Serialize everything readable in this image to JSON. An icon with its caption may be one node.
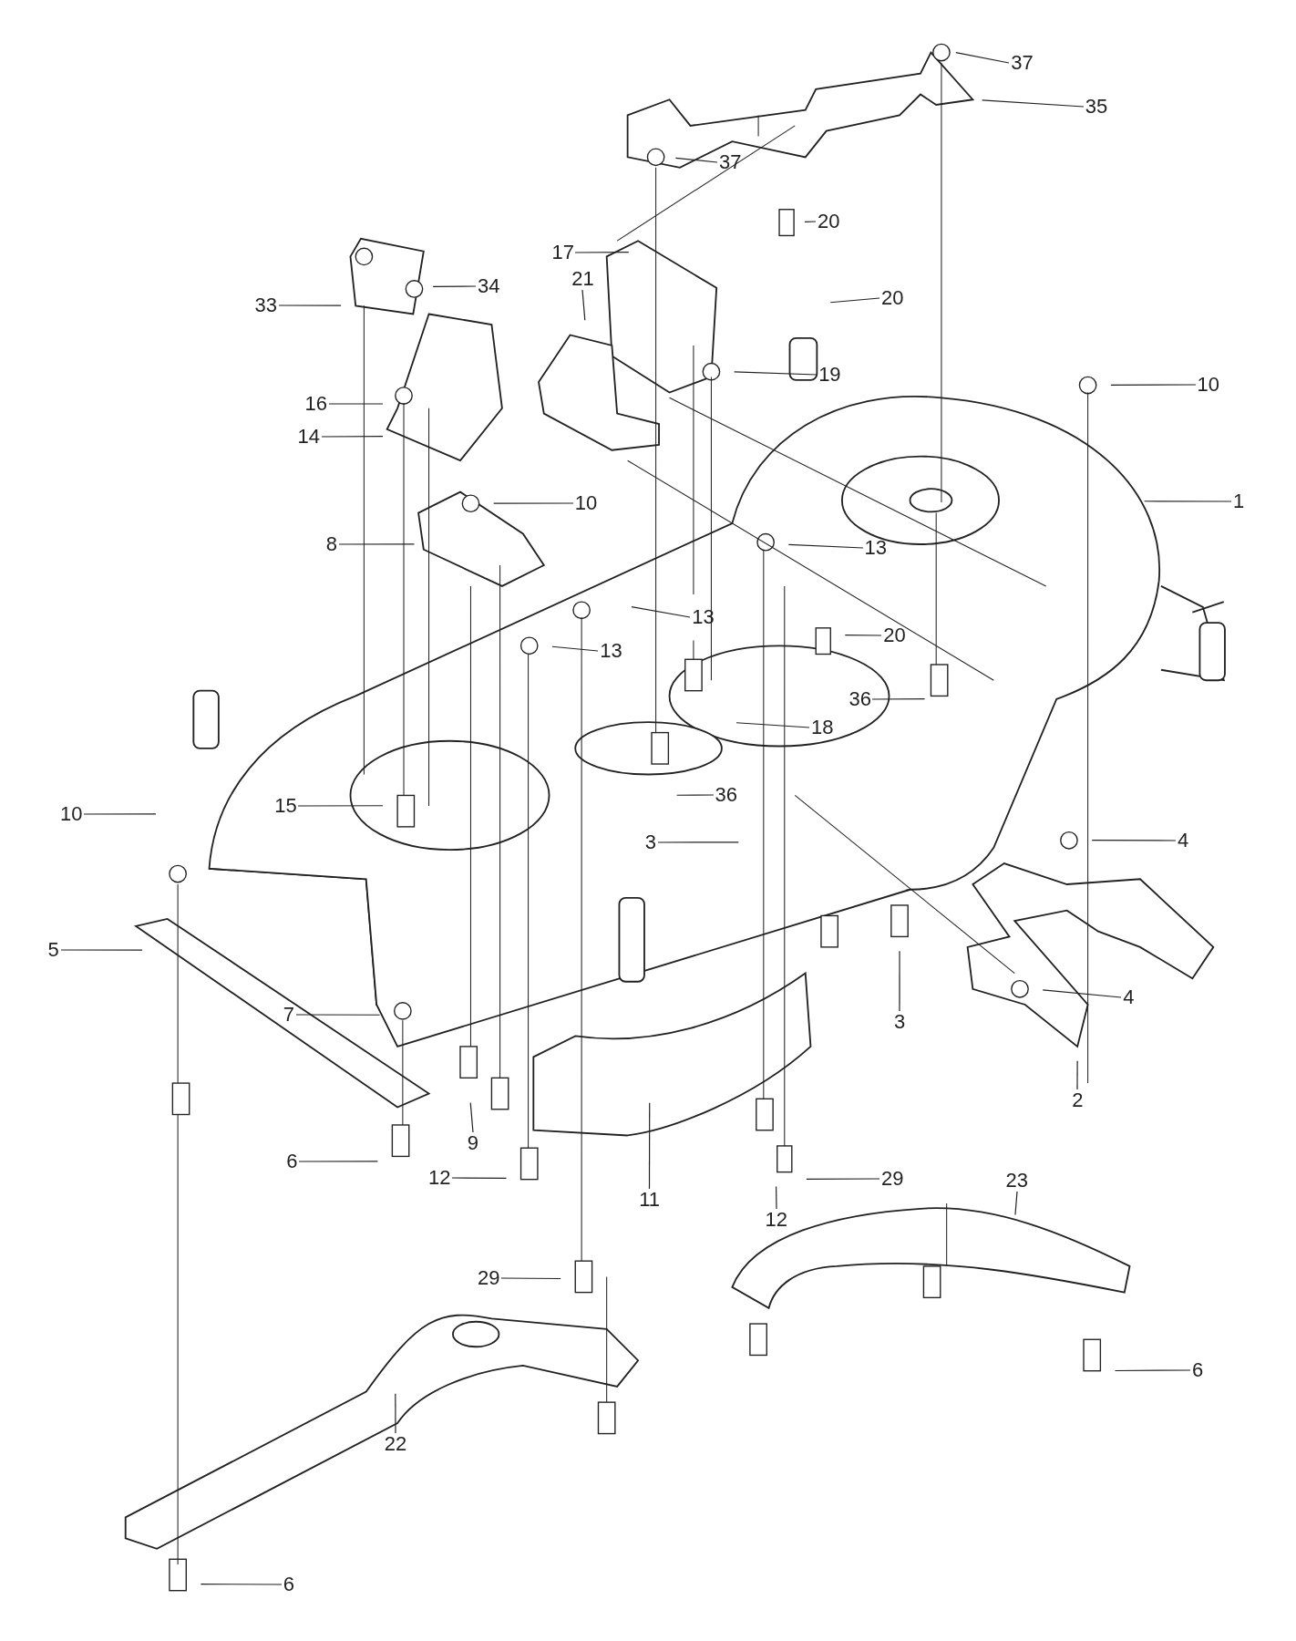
{
  "diagram": {
    "nodes": [
      {
        "text": [
          "37"
        ]
      },
      {
        "text": [
          "35"
        ]
      },
      {
        "text": [
          "37"
        ]
      },
      {
        "text": [
          "20"
        ]
      },
      {
        "text": [
          "17"
        ]
      },
      {
        "text": [
          "21"
        ]
      },
      {
        "text": [
          "34"
        ]
      },
      {
        "text": [
          "20"
        ]
      },
      {
        "text": [
          "33"
        ]
      },
      {
        "text": [
          "19"
        ]
      },
      {
        "text": [
          "10"
        ]
      },
      {
        "text": [
          "16"
        ]
      },
      {
        "text": [
          "14"
        ]
      },
      {
        "text": [
          "1"
        ]
      },
      {
        "text": [
          "10"
        ]
      },
      {
        "text": [
          "8"
        ]
      },
      {
        "text": [
          "13"
        ]
      },
      {
        "text": [
          "13"
        ]
      },
      {
        "text": [
          "20"
        ]
      },
      {
        "text": [
          "13"
        ]
      },
      {
        "text": [
          "36"
        ]
      },
      {
        "text": [
          "18"
        ]
      },
      {
        "text": [
          "36"
        ]
      },
      {
        "text": [
          "15"
        ]
      },
      {
        "text": [
          "10"
        ]
      },
      {
        "text": [
          "4"
        ]
      },
      {
        "text": [
          "3"
        ]
      },
      {
        "text": [
          "5"
        ]
      },
      {
        "text": [
          "4"
        ]
      },
      {
        "text": [
          "7"
        ]
      },
      {
        "text": [
          "3"
        ]
      },
      {
        "text": [
          "2"
        ]
      },
      {
        "text": [
          "9"
        ]
      },
      {
        "text": [
          "6"
        ]
      },
      {
        "text": [
          "12"
        ]
      },
      {
        "text": [
          "29"
        ]
      },
      {
        "text": [
          "23"
        ]
      },
      {
        "text": [
          "11"
        ]
      },
      {
        "text": [
          "12"
        ]
      },
      {
        "text": [
          "29"
        ]
      },
      {
        "text": [
          "6"
        ]
      },
      {
        "text": [
          "22"
        ]
      },
      {
        "text": [
          "6"
        ]
      }
    ],
    "edges": [
      {
        "from": 0,
        "to": null,
        "arrow": "none"
      },
      {
        "from": 1,
        "to": null,
        "arrow": "none"
      },
      {
        "from": 2,
        "to": null,
        "arrow": "none"
      },
      {
        "from": 3,
        "to": null,
        "arrow": "none"
      },
      {
        "from": 4,
        "to": null,
        "arrow": "none"
      },
      {
        "from": 5,
        "to": null,
        "arrow": "none"
      },
      {
        "from": 6,
        "to": null,
        "arrow": "none"
      },
      {
        "from": 7,
        "to": null,
        "arrow": "none"
      },
      {
        "from": 8,
        "to": null,
        "arrow": "none"
      },
      {
        "from": 9,
        "to": null,
        "arrow": "none"
      },
      {
        "from": 10,
        "to": null,
        "arrow": "none"
      },
      {
        "from": 11,
        "to": null,
        "arrow": "none"
      },
      {
        "from": 12,
        "to": null,
        "arrow": "none"
      },
      {
        "from": 13,
        "to": null,
        "arrow": "none"
      },
      {
        "from": 14,
        "to": null,
        "arrow": "none"
      },
      {
        "from": 15,
        "to": null,
        "arrow": "none"
      },
      {
        "from": 16,
        "to": null,
        "arrow": "none"
      },
      {
        "from": 17,
        "to": null,
        "arrow": "none"
      },
      {
        "from": 18,
        "to": null,
        "arrow": "none"
      },
      {
        "from": 19,
        "to": null,
        "arrow": "none"
      },
      {
        "from": 20,
        "to": null,
        "arrow": "none"
      },
      {
        "from": 21,
        "to": null,
        "arrow": "none"
      },
      {
        "from": 22,
        "to": null,
        "arrow": "none"
      },
      {
        "from": 23,
        "to": null,
        "arrow": "none"
      },
      {
        "from": 24,
        "to": null,
        "arrow": "none"
      },
      {
        "from": 25,
        "to": null,
        "arrow": "none"
      },
      {
        "from": 26,
        "to": null,
        "arrow": "none"
      },
      {
        "from": 27,
        "to": null,
        "arrow": "none"
      },
      {
        "from": 28,
        "to": null,
        "arrow": "none"
      },
      {
        "from": 29,
        "to": null,
        "arrow": "none"
      },
      {
        "from": 30,
        "to": null,
        "arrow": "none"
      },
      {
        "from": 31,
        "to": null,
        "arrow": "none"
      },
      {
        "from": 32,
        "to": null,
        "arrow": "none"
      },
      {
        "from": 33,
        "to": null,
        "arrow": "none"
      },
      {
        "from": 34,
        "to": null,
        "arrow": "none"
      },
      {
        "from": 35,
        "to": null,
        "arrow": "none"
      },
      {
        "from": 36,
        "to": null,
        "arrow": "none"
      },
      {
        "from": 37,
        "to": null,
        "arrow": "none"
      },
      {
        "from": 38,
        "to": null,
        "arrow": "none"
      },
      {
        "from": 39,
        "to": null,
        "arrow": "none"
      },
      {
        "from": 40,
        "to": null,
        "arrow": "none"
      },
      {
        "from": 41,
        "to": null,
        "arrow": "none"
      },
      {
        "from": 42,
        "to": null,
        "arrow": "none"
      }
    ]
  }
}
